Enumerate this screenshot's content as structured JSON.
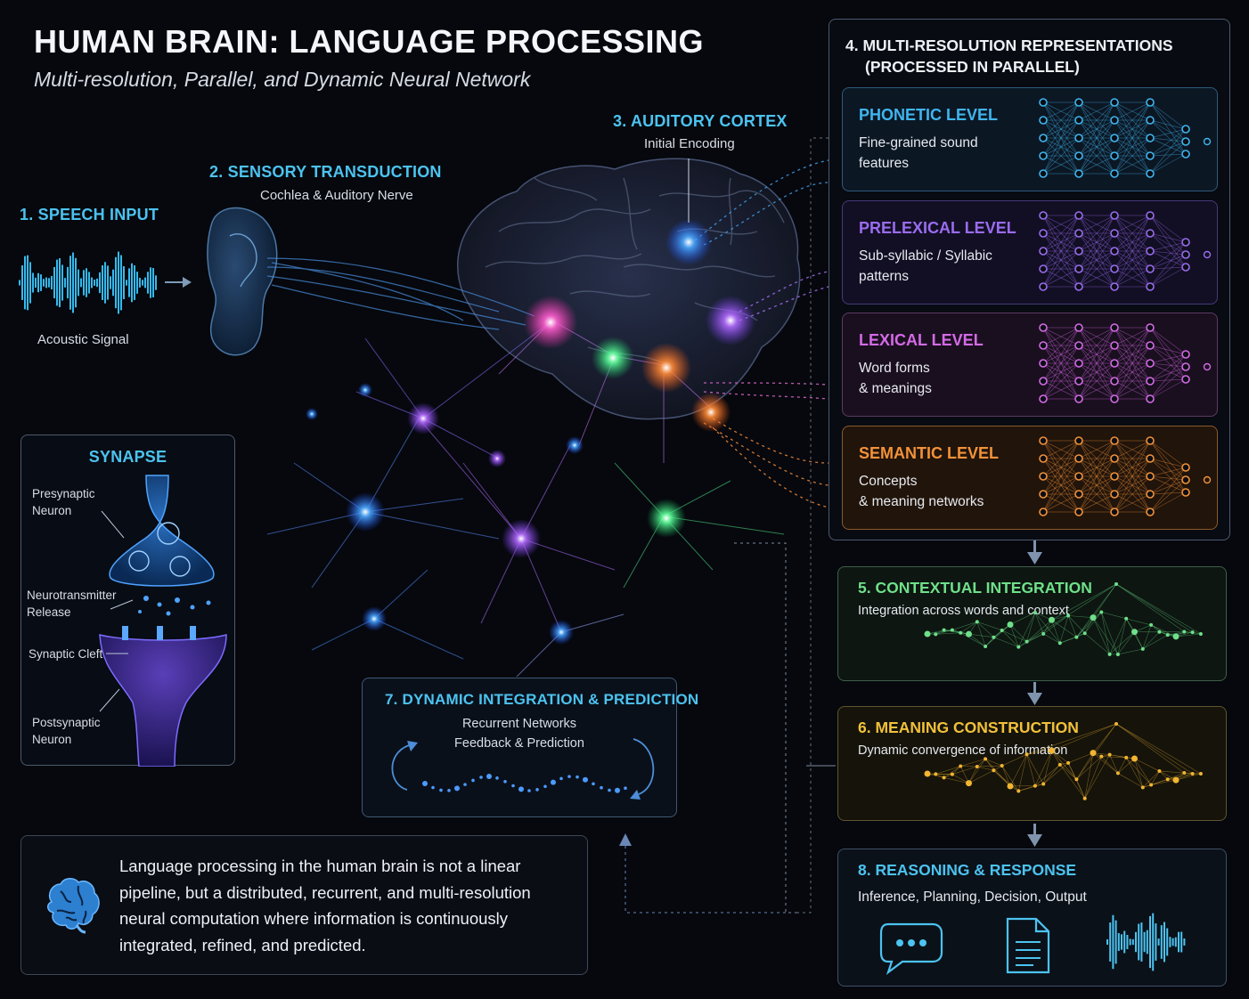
{
  "header": {
    "title": "HUMAN BRAIN: LANGUAGE PROCESSING",
    "subtitle": "Multi-resolution, Parallel, and Dynamic Neural Network"
  },
  "steps": {
    "speech_input": {
      "title": "1. SPEECH INPUT",
      "caption": "Acoustic Signal"
    },
    "sensory": {
      "title": "2. SENSORY TRANSDUCTION",
      "sub": "Cochlea & Auditory Nerve"
    },
    "auditory": {
      "title": "3. AUDITORY CORTEX",
      "sub": "Initial Encoding"
    },
    "multires": {
      "title_line1": "4. MULTI-RESOLUTION REPRESENTATIONS",
      "title_line2": "(PROCESSED IN PARALLEL)"
    },
    "contextual": {
      "title": "5. CONTEXTUAL INTEGRATION",
      "desc": "Integration across words and context"
    },
    "meaning": {
      "title": "6. MEANING CONSTRUCTION",
      "desc": "Dynamic convergence of information"
    },
    "dynamic": {
      "title": "7. DYNAMIC INTEGRATION & PREDICTION",
      "line1": "Recurrent Networks",
      "line2": "Feedback & Prediction"
    },
    "reasoning": {
      "title": "8. REASONING & RESPONSE",
      "desc": "Inference, Planning, Decision, Output"
    }
  },
  "levels": [
    {
      "title": "PHONETIC LEVEL",
      "line1": "Fine-grained sound",
      "line2": "features",
      "color": "#3fb6ef"
    },
    {
      "title": "PRELEXICAL LEVEL",
      "line1": "Sub-syllabic / Syllabic",
      "line2": "patterns",
      "color": "#9a6cf0"
    },
    {
      "title": "LEXICAL LEVEL",
      "line1": "Word forms",
      "line2": "& meanings",
      "color": "#d46ae6"
    },
    {
      "title": "SEMANTIC LEVEL",
      "line1": "Concepts",
      "line2": "& meaning networks",
      "color": "#f2923a"
    }
  ],
  "synapse": {
    "title": "SYNAPSE",
    "presynaptic": [
      "Presynaptic",
      "Neuron"
    ],
    "neurotransmitter": [
      "Neurotransmitter",
      "Release"
    ],
    "cleft": "Synaptic Cleft",
    "postsynaptic": [
      "Postsynaptic",
      "Neuron"
    ]
  },
  "summary": {
    "lines": [
      "Language processing in the human brain is not a linear",
      "pipeline, but a distributed, recurrent, and multi-resolution",
      "neural computation where information is continuously",
      "integrated, refined, and predicted."
    ]
  },
  "icons": [
    "brain-icon",
    "chat-bubble-icon",
    "document-icon",
    "sound-wave-icon",
    "ear-icon"
  ],
  "colors": {
    "cyan": "#4cc3f0",
    "green": "#6fe08a",
    "gold": "#f2b532",
    "background": "#06080d"
  }
}
